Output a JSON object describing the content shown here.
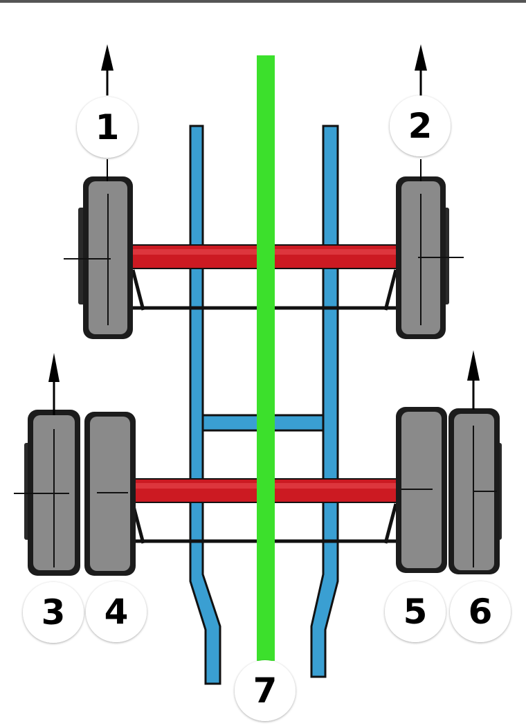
{
  "labels": {
    "wheel_1": "1",
    "wheel_2": "2",
    "wheel_3": "3",
    "wheel_4": "4",
    "wheel_5": "5",
    "wheel_6": "6",
    "centerline": "7"
  },
  "colors": {
    "frame_rail": "#3a9fd2",
    "axle": "#cc1a22",
    "centerline": "#3ce02c",
    "tire": "#8a8a8a",
    "tire_dark": "#2a2a2a",
    "label_bg": "#ffffff",
    "outline": "#111111"
  },
  "icons": {
    "direction_arrow": "arrow-up-icon"
  }
}
